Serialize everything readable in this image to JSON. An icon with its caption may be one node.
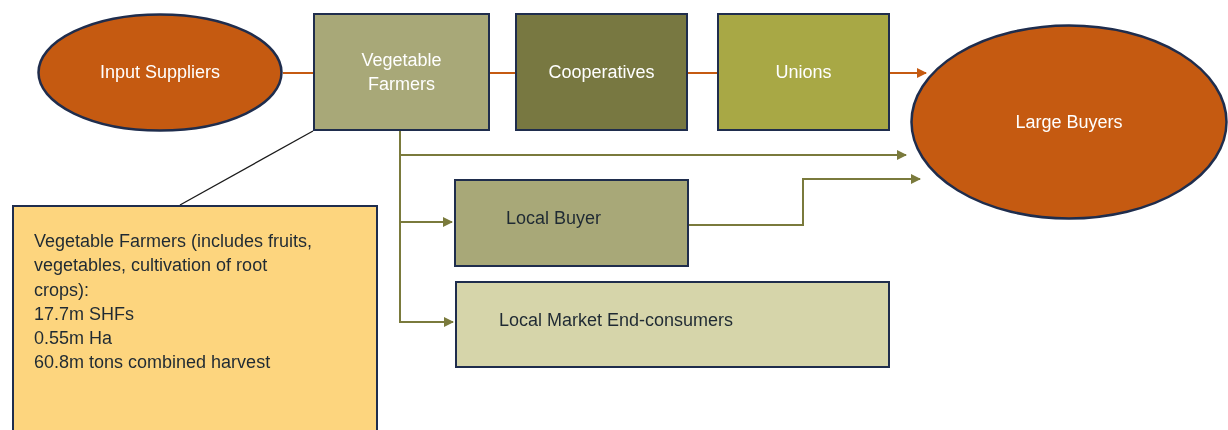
{
  "diagram": {
    "nodes": [
      {
        "text": [
          "Input Suppliers"
        ]
      },
      {
        "text": [
          "Vegetable Farmers"
        ]
      },
      {
        "text": [
          "Cooperatives"
        ]
      },
      {
        "text": [
          "Unions"
        ]
      },
      {
        "text": [
          "Large Buyers"
        ]
      },
      {
        "text": [
          "Local Buyer"
        ]
      },
      {
        "text": [
          "Local Market End-consumers"
        ]
      },
      {
        "text": [
          "Vegetable Farmers (includes fruits, vegetables, cultivation of root crops):",
          "17.7m SHFs",
          "0.55m Ha",
          "60.8m tons combined harvest"
        ]
      }
    ],
    "edges": [
      {
        "from": 0,
        "to": 1,
        "arrow": "none",
        "color": "#c55a11"
      },
      {
        "from": 1,
        "to": 2,
        "arrow": "none",
        "color": "#c55a11"
      },
      {
        "from": 2,
        "to": 3,
        "arrow": "none",
        "color": "#c55a11"
      },
      {
        "from": 3,
        "to": 4,
        "arrow": "to",
        "color": "#c55a11"
      },
      {
        "from": 1,
        "to": 4,
        "arrow": "to",
        "color": "#7a7a3c"
      },
      {
        "from": 1,
        "to": 5,
        "arrow": "to",
        "color": "#7a7a3c"
      },
      {
        "from": 1,
        "to": 6,
        "arrow": "to",
        "color": "#7a7a3c"
      },
      {
        "from": 5,
        "to": 4,
        "arrow": "to",
        "color": "#7a7a3c"
      },
      {
        "from": 7,
        "to": 1,
        "arrow": "none",
        "color": "#1a1a1a"
      }
    ]
  }
}
